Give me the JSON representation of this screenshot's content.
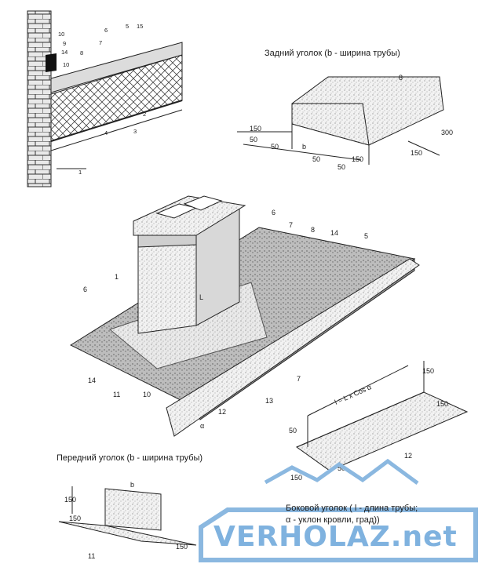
{
  "captions": {
    "rear_corner": "Задний уголок (b - ширина трубы)",
    "front_corner": "Передний уголок (b - ширина трубы)",
    "side_corner_line1": "Боковой уголок ( l - длина трубы;",
    "side_corner_line2": "α - уклон кровли, град))"
  },
  "section_labels": [
    "10",
    "9",
    "14",
    "10",
    "8",
    "7",
    "6",
    "5",
    "15",
    "2",
    "3",
    "4",
    "1"
  ],
  "rear_corner_labels": {
    "part": "8",
    "dims": [
      "150",
      "50",
      "50",
      "b",
      "50",
      "50",
      "150",
      "150",
      "300"
    ]
  },
  "main_labels": [
    "6",
    "7",
    "8",
    "14",
    "5",
    "1",
    "L",
    "6",
    "14",
    "11",
    "10",
    "12",
    "13",
    "7",
    "α"
  ],
  "side_corner_labels": {
    "formula": "l = L x Cos α",
    "part": "12",
    "dims": [
      "150",
      "150",
      "50",
      "150",
      "50"
    ]
  },
  "front_corner_labels": {
    "part": "11",
    "dims": [
      "b",
      "150",
      "150",
      "150"
    ]
  },
  "watermark": "VERHOLAZ.net"
}
